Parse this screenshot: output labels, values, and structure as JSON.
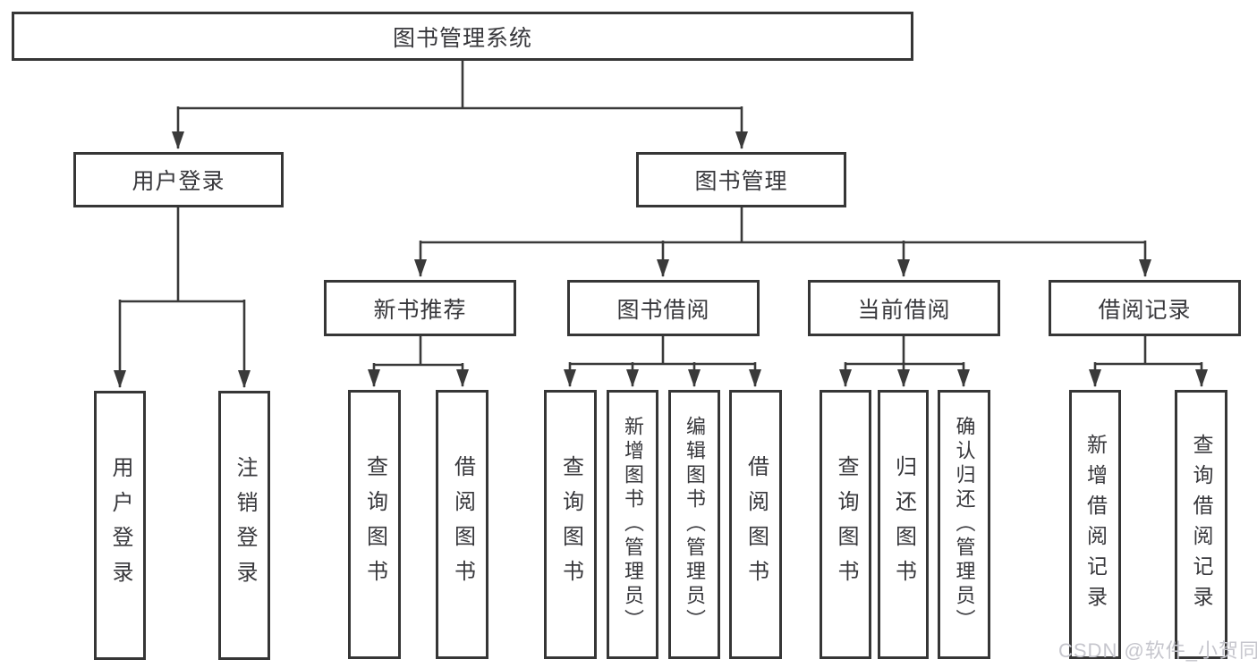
{
  "diagram": {
    "root": {
      "label": "图书管理系统"
    },
    "level2": {
      "user_login": {
        "label": "用户登录"
      },
      "book_mgmt": {
        "label": "图书管理"
      }
    },
    "level3": {
      "new_books": {
        "label": "新书推荐"
      },
      "book_borrow": {
        "label": "图书借阅"
      },
      "current_borrow": {
        "label": "当前借阅"
      },
      "borrow_records": {
        "label": "借阅记录"
      }
    },
    "leaves": {
      "user": [
        "用户登录",
        "注销登录"
      ],
      "new_books": [
        "查询图书",
        "借阅图书"
      ],
      "book_borrow": [
        "查询图书",
        "新增图书（管理员）",
        "编辑图书（管理员）",
        "借阅图书"
      ],
      "current_borrow": [
        "查询图书",
        "归还图书",
        "确认归还（管理员）"
      ],
      "borrow_records": [
        "新增借阅记录",
        "查询借阅记录"
      ]
    },
    "watermark": "CSDN @软件_小贺同学",
    "colors": {
      "line": "#3a3a3a",
      "border": "#363636",
      "text": "#38383c",
      "background": "#ffffff",
      "watermark": "#c6c6cd"
    }
  }
}
